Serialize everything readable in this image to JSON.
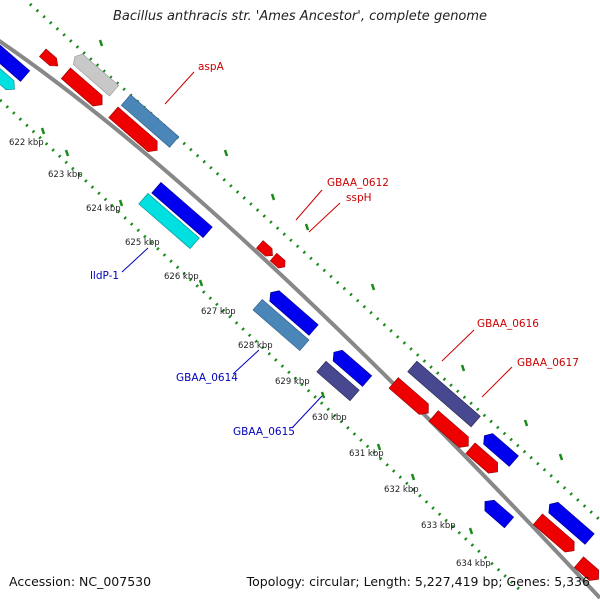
{
  "title": "Bacillus anthracis str. 'Ames Ancestor', complete genome",
  "footer": {
    "accession": "Accession: NC_007530",
    "summary": "Topology: circular; Length: 5,227,419 bp; Genes: 5,336"
  },
  "ruler_labels": [
    "622 kbp",
    "623 kbp",
    "624 kbp",
    "625 kbp",
    "626 kbp",
    "627 kbp",
    "628 kbp",
    "629 kbp",
    "630 kbp",
    "631 kbp",
    "632 kbp",
    "633 kbp",
    "634 kbp"
  ],
  "gene_labels": {
    "aspA": "aspA",
    "gbaa0612": "GBAA_0612",
    "ssph": "sspH",
    "lldp1": "lldP-1",
    "gbaa0614": "GBAA_0614",
    "gbaa0615": "GBAA_0615",
    "gbaa0616": "GBAA_0616",
    "gbaa0617": "GBAA_0617"
  },
  "colors": {
    "forward_label": "#cc0000",
    "reverse_label": "#0000bb",
    "backbone": "#888888",
    "dots": "#1a8a1a",
    "red": "#ee0000",
    "blue": "#0000ee",
    "steel": "#4a86b8",
    "slate": "#484890",
    "cyan": "#00e0e0",
    "grey": "#c8c8c8"
  }
}
